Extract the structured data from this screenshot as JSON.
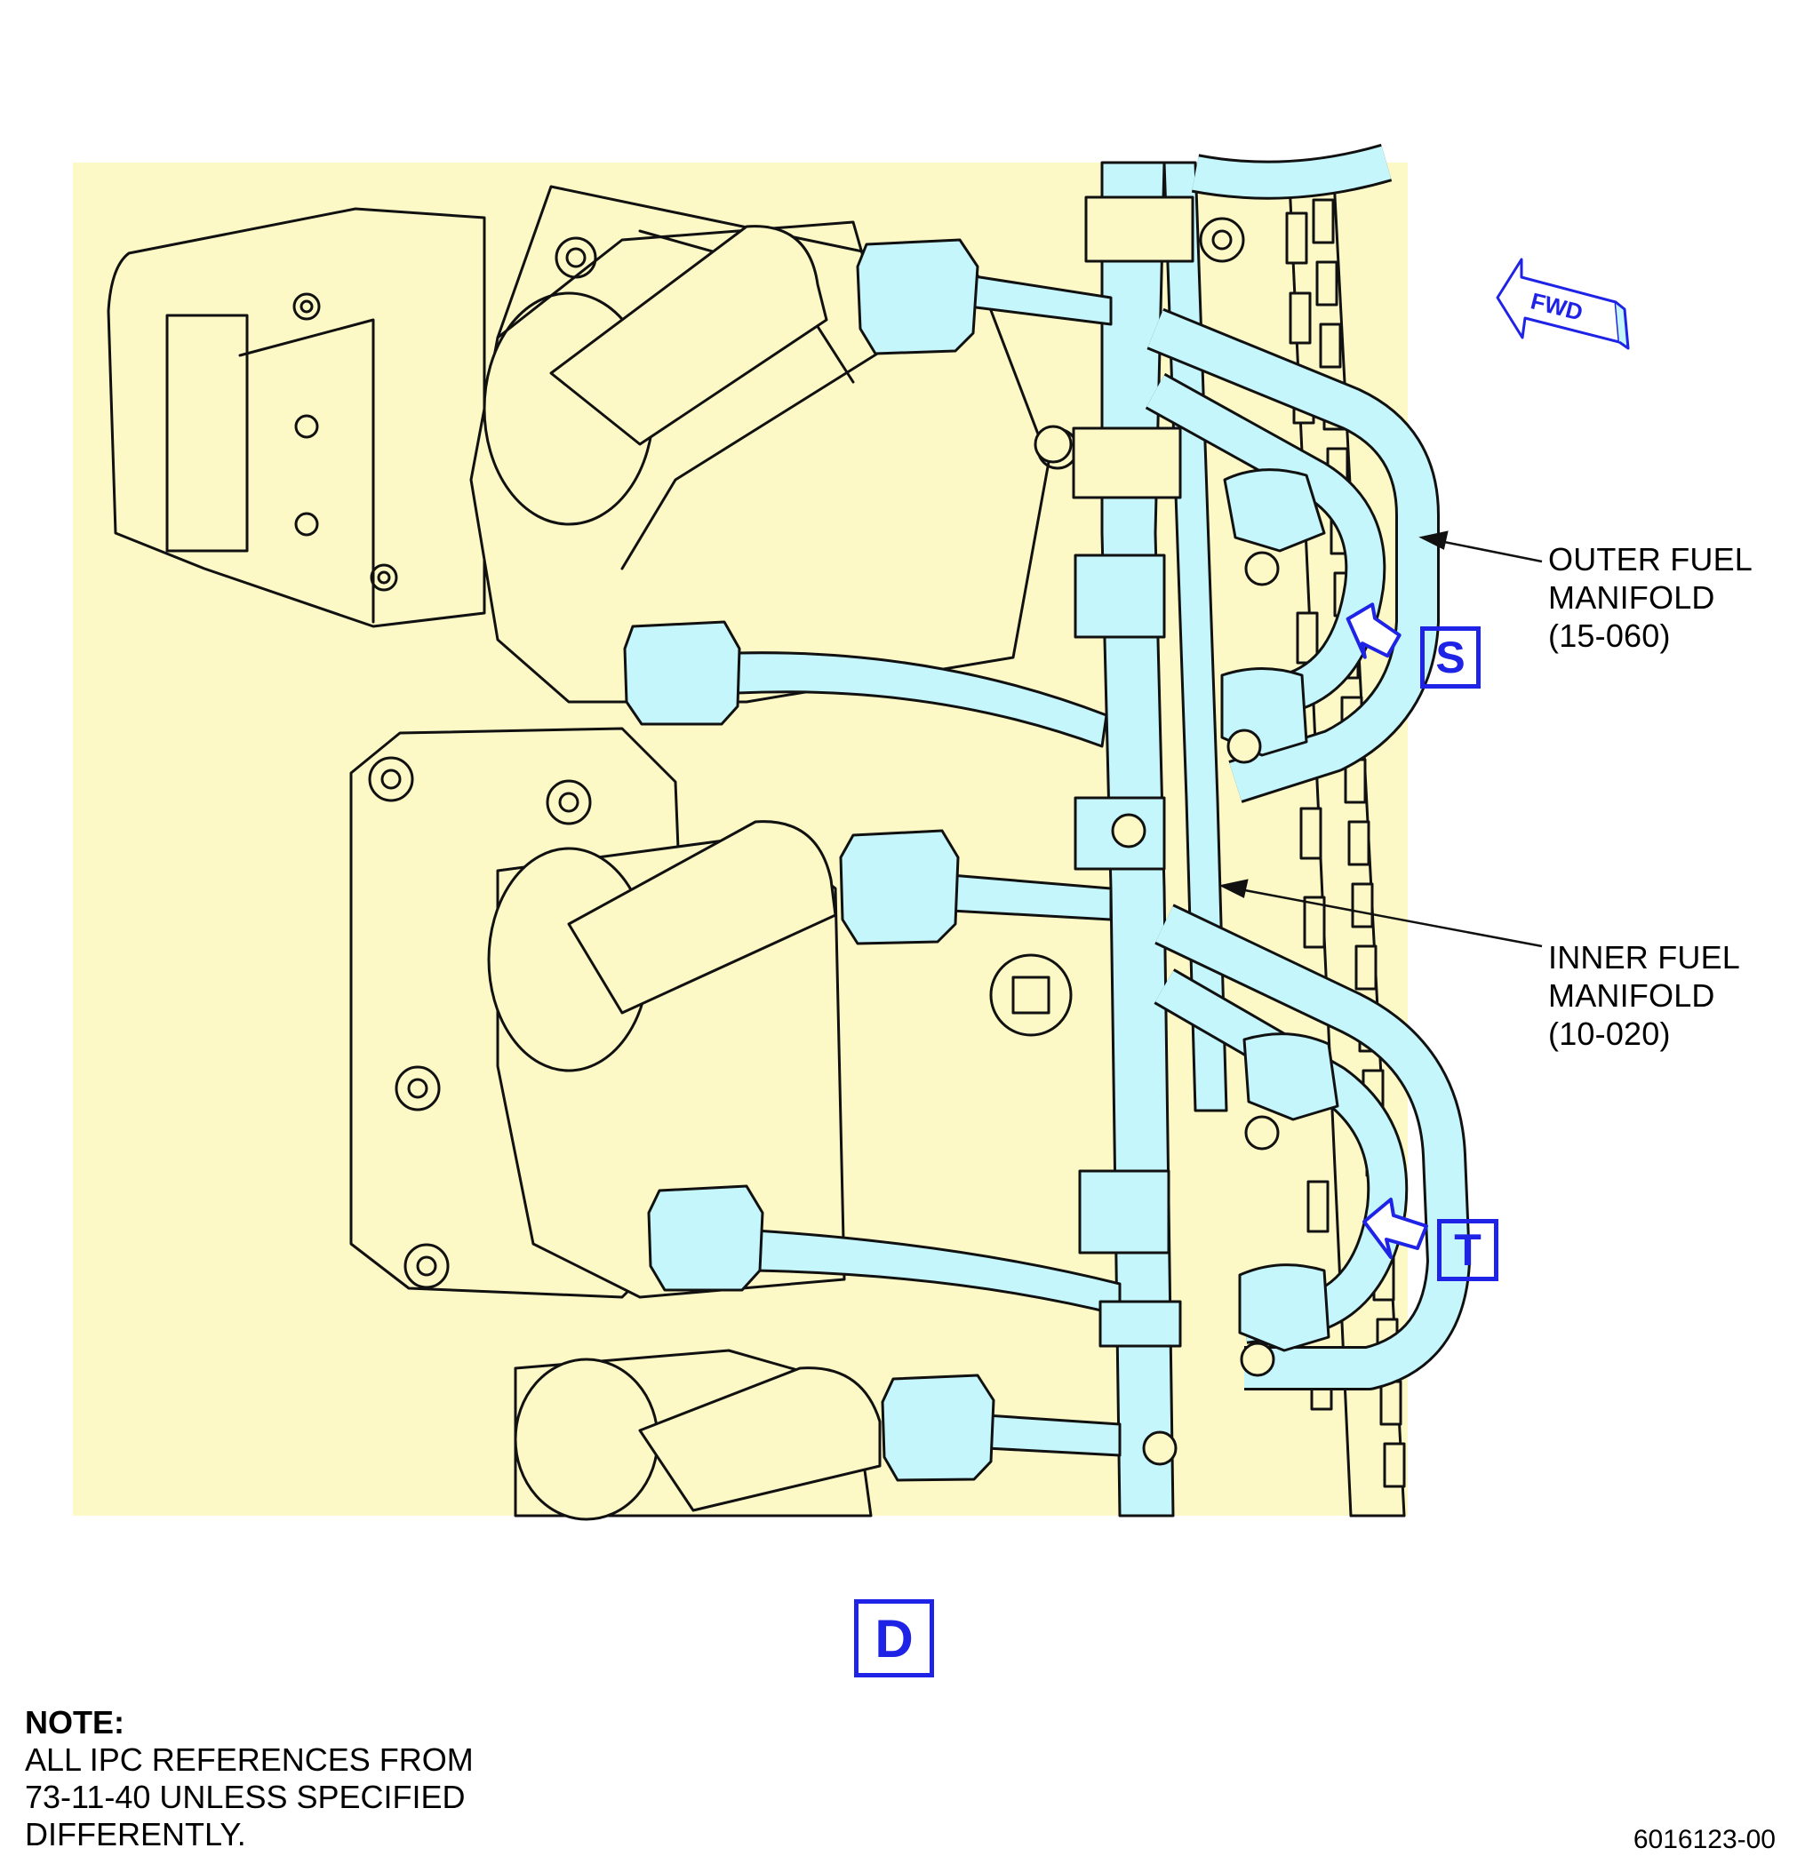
{
  "callouts": {
    "outer": {
      "line1": "OUTER FUEL",
      "line2": "MANIFOLD",
      "line3": "(15-060)"
    },
    "inner": {
      "line1": "INNER FUEL",
      "line2": "MANIFOLD",
      "line3": "(10-020)"
    }
  },
  "fwd_label": "FWD",
  "view_labels": {
    "s": "S",
    "t": "T",
    "d": "D"
  },
  "note": {
    "title": "NOTE:",
    "lines": [
      "ALL IPC REFERENCES FROM",
      "73-11-40 UNLESS SPECIFIED",
      "DIFFERENTLY."
    ]
  },
  "figure_number": "6016123-00",
  "colors": {
    "background_panel": "#fdf9c6",
    "fuel_tube": "#c4f6fb",
    "outline": "#111111",
    "callout_blue": "#1f23e6"
  }
}
